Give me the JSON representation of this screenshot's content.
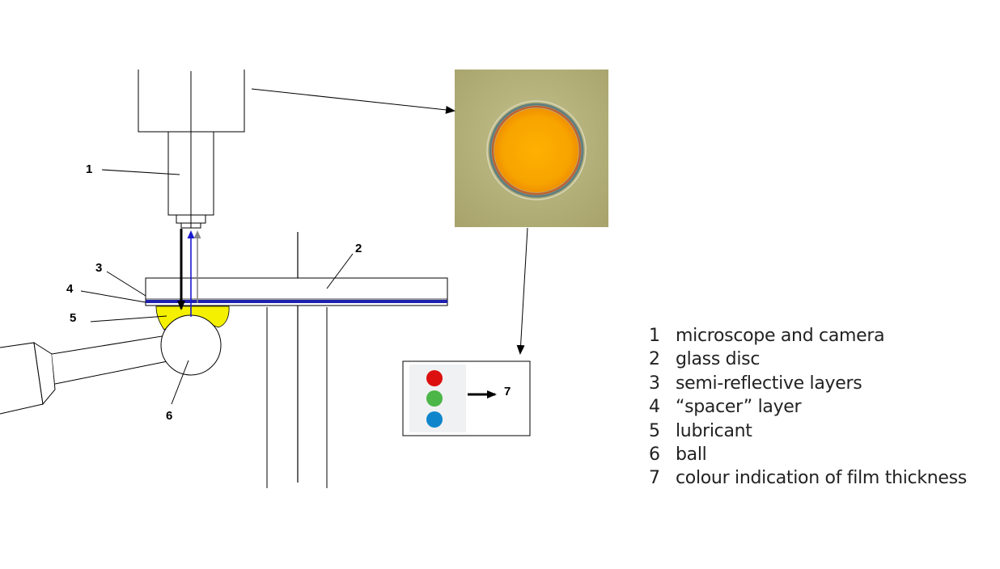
{
  "callouts": {
    "c1": "1",
    "c2": "2",
    "c3": "3",
    "c4": "4",
    "c5": "5",
    "c6": "6",
    "c7": "7"
  },
  "legend": [
    {
      "number": "1",
      "text": "microscope and camera"
    },
    {
      "number": "2",
      "text": "glass disc"
    },
    {
      "number": "3",
      "text": "semi-reflective layers"
    },
    {
      "number": "4",
      "text": "“spacer” layer"
    },
    {
      "number": "5",
      "text": "lubricant"
    },
    {
      "number": "6",
      "text": "ball"
    },
    {
      "number": "7",
      "text": "colour indication of film thickness"
    }
  ],
  "colors": {
    "spacer_layer": "#1f1fb0",
    "lubricant": "#f4f000",
    "contact_spot": "#f5a000",
    "image_background": "#b6b27a",
    "dot_red": "#dd1010",
    "dot_green": "#4cb648",
    "dot_blue": "#0f86cc",
    "beam_blue": "#1a1ad0",
    "beam_grey": "#888888"
  }
}
